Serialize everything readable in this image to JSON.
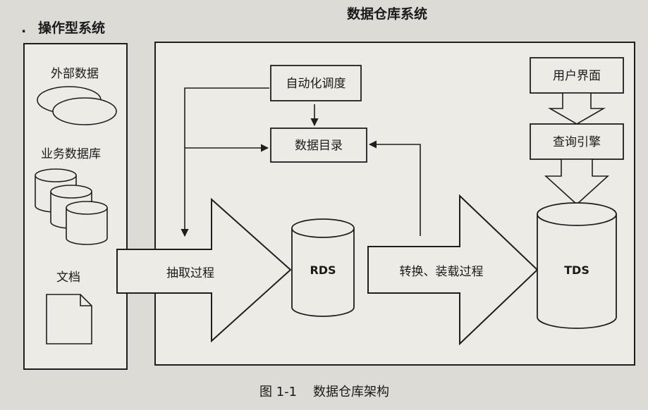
{
  "left_panel": {
    "title": "操作型系统",
    "external_data": "外部数据",
    "business_db": "业务数据库",
    "documents": "文档"
  },
  "right_panel": {
    "title": "数据仓库系统",
    "auto_schedule": "自动化调度",
    "data_catalog": "数据目录",
    "user_interface": "用户界面",
    "query_engine": "查询引擎",
    "rds": "RDS",
    "tds": "TDS",
    "extract_process": "抽取过程",
    "transform_load_process": "转换、装载过程"
  },
  "caption": "图 1-1    数据仓库架构",
  "colors": {
    "paper": "#dcdbd6",
    "panel": "#ecebe6",
    "stroke": "#1e1e1e"
  }
}
